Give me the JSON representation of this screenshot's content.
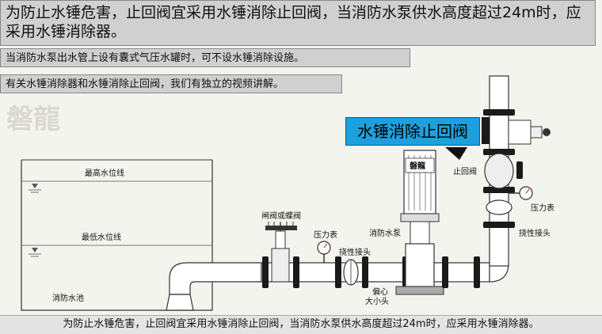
{
  "title_banner": "为防止水锤危害，止回阀宜采用水锤消除止回阀，当消防水泵供水高度超过24m时，应采用水锤消除器。",
  "note_1": "当消防水泵出水管上设有囊式气压水罐时，可不设水锤消除设施。",
  "note_2": "有关水锤消除器和水锤消除止回阀，我们有独立的视频讲解。",
  "callout": "水锤消除止回阀",
  "watermark": "磐龍",
  "pump_brand": "磐龍",
  "caption": "为防止水锤危害，止回阀宜采用水锤消除止回阀，当消防水泵供水高度超过24m时，应采用水锤消除器。",
  "labels": {
    "max_level": "最高水位线",
    "min_level": "最低水位线",
    "pool": "消防水池",
    "gate_valve": "闸阀或蝶阀",
    "pressure_gauge_left": "压力表",
    "flex_joint_left": "挠性接头",
    "pump": "消防水泵",
    "eccentric_1": "偏心",
    "eccentric_2": "大小头",
    "check_valve": "止回阀",
    "pressure_gauge_right": "压力表",
    "flex_joint_right": "挠性接头"
  },
  "colors": {
    "callout_bg": "#1ea0dd",
    "banner_bg": "#d0d0d0",
    "pipe": "#ffffff",
    "flange": "#1a1a1a"
  }
}
